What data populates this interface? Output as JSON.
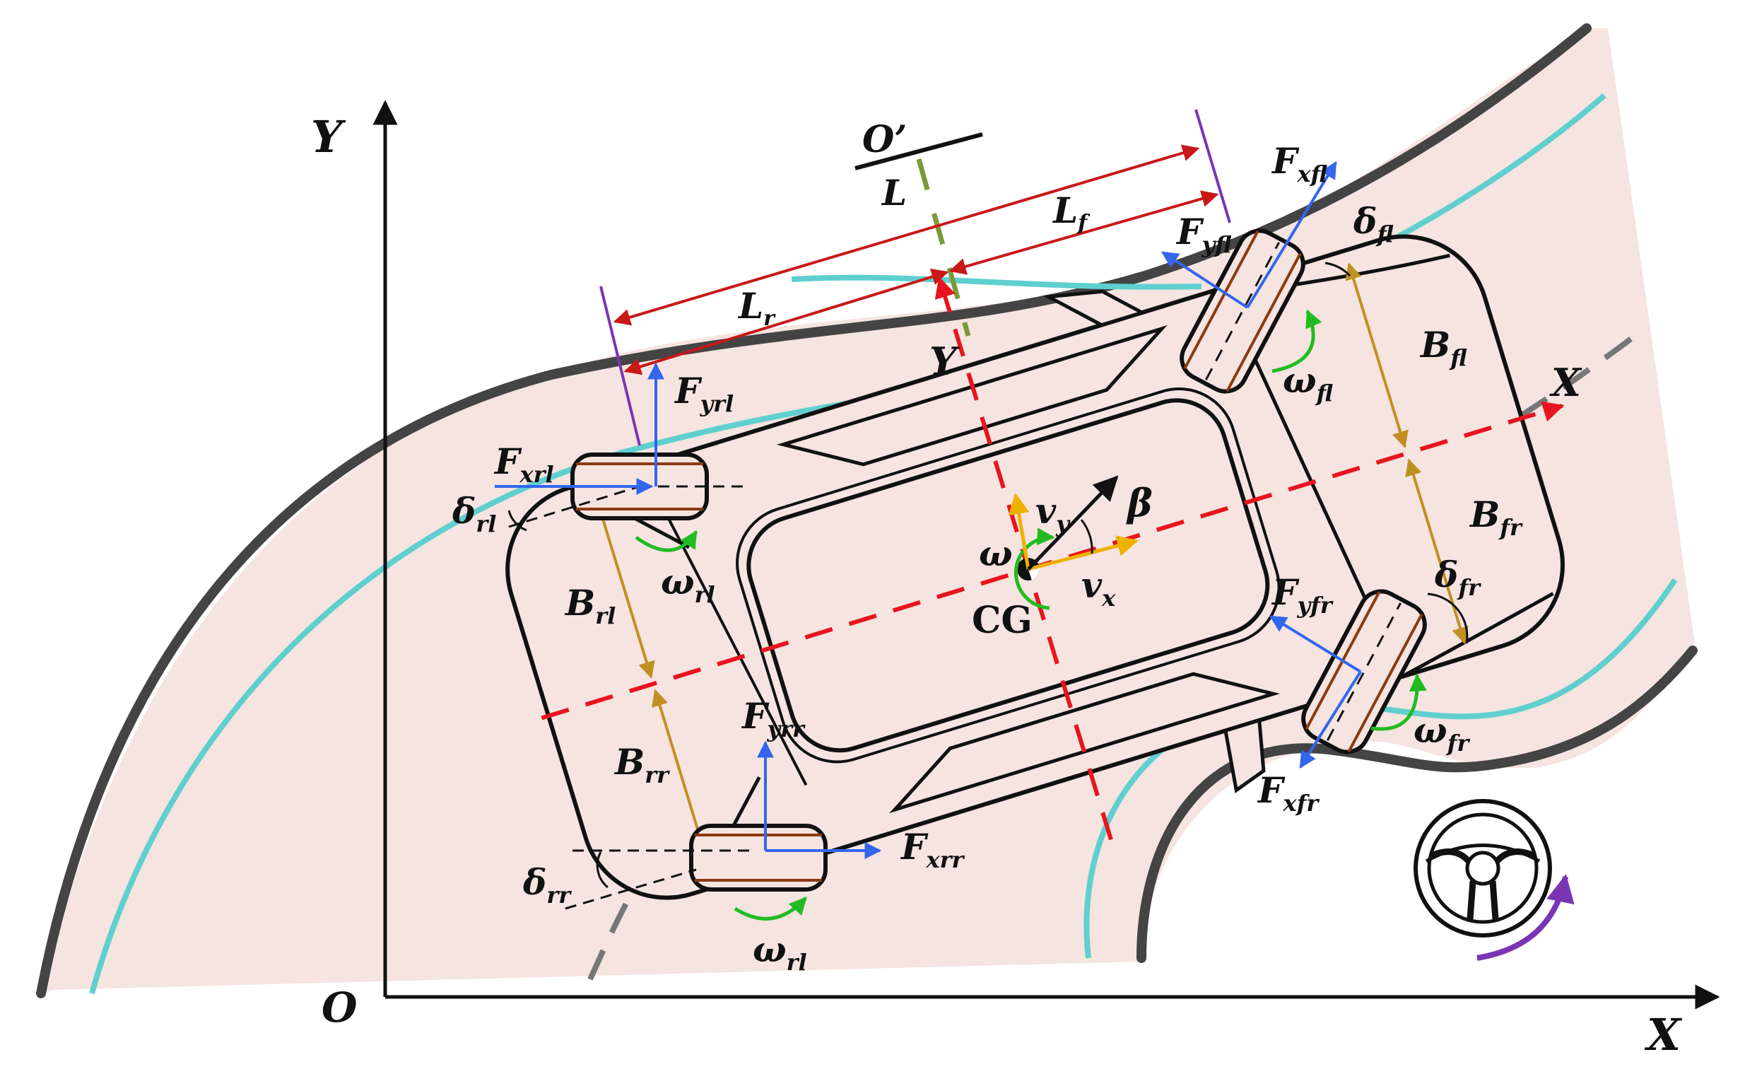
{
  "axes": {
    "global_y": "Y",
    "global_x": "X",
    "origin": "O",
    "vehicle_x": "X",
    "vehicle_y": "Y"
  },
  "points": {
    "center_of_gravity": "CG",
    "turn_center": "O’"
  },
  "dimensions": {
    "wheelbase": "L",
    "front_base": "L",
    "front_base_sub": "f",
    "rear_base": "L",
    "rear_base_sub": "r"
  },
  "kinematics": {
    "omega": "ω",
    "vy": "v",
    "vy_sub": "y",
    "vx": "v",
    "vx_sub": "x",
    "beta": "β"
  },
  "forces": {
    "fxfl": [
      "F",
      "xfl"
    ],
    "fyfl": [
      "F",
      "yfl"
    ],
    "fxfr": [
      "F",
      "xfr"
    ],
    "fyfr": [
      "F",
      "yfr"
    ],
    "fxrl": [
      "F",
      "xrl"
    ],
    "fyrl": [
      "F",
      "yrl"
    ],
    "fxrr": [
      "F",
      "xrr"
    ],
    "fyrr": [
      "F",
      "yrr"
    ]
  },
  "steer_angles": {
    "fl": [
      "δ",
      "fl"
    ],
    "fr": [
      "δ",
      "fr"
    ],
    "rl": [
      "δ",
      "rl"
    ],
    "rr": [
      "δ",
      "rr"
    ]
  },
  "wheel_speeds": {
    "fl": [
      "ω",
      "fl"
    ],
    "fr": [
      "ω",
      "fr"
    ],
    "rl_top": [
      "ω",
      "rl"
    ],
    "rl_bottom": [
      "ω",
      "rl"
    ]
  },
  "track_widths": {
    "fl": [
      "B",
      "fl"
    ],
    "fr": [
      "B",
      "fr"
    ],
    "rl": [
      "B",
      "rl"
    ],
    "rr": [
      "B",
      "rr"
    ]
  },
  "colors": {
    "road_fill": "#f5e4e0",
    "road_edge": "#444444",
    "lane_line": "#5fcfcf",
    "force_arrow": "#3366ee",
    "velocity_arrow": "#f0b000",
    "body_axis": "#e8141e",
    "dimension": "#c81818",
    "track_dim": "#c09020",
    "rotation": "#22bb22",
    "steer_arrow": "#7a35b5",
    "tire_stripe": "#8b3a10"
  },
  "icons": [
    "steering-wheel-icon"
  ]
}
